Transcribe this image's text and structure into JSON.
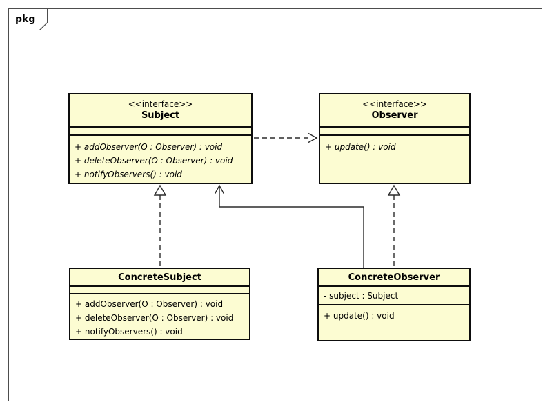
{
  "frame": {
    "tab_label": "pkg"
  },
  "colors": {
    "class_fill": "#fcfcd2",
    "class_border": "#0d0d0d",
    "frame_border": "#4d4d4d",
    "connector": "#2b2b2b"
  },
  "classes": {
    "subject": {
      "stereotype": "<<interface>>",
      "name": "Subject",
      "attributes": [],
      "methods": [
        "+ addObserver(O : Observer) : void",
        "+ deleteObserver(O : Observer) : void",
        "+ notifyObservers() : void"
      ]
    },
    "observer": {
      "stereotype": "<<interface>>",
      "name": "Observer",
      "attributes": [],
      "methods": [
        "+ update() : void"
      ]
    },
    "concrete_subject": {
      "stereotype": "",
      "name": "ConcreteSubject",
      "attributes": [],
      "methods": [
        "+ addObserver(O : Observer) : void",
        "+ deleteObserver(O : Observer) : void",
        "+ notifyObservers() : void"
      ]
    },
    "concrete_observer": {
      "stereotype": "",
      "name": "ConcreteObserver",
      "attributes": [
        "- subject : Subject"
      ],
      "methods": [
        "+ update() : void"
      ]
    }
  },
  "relationships": [
    {
      "from": "Subject",
      "to": "Observer",
      "type": "dependency",
      "line": "dashed",
      "arrow": "open"
    },
    {
      "from": "ConcreteSubject",
      "to": "Subject",
      "type": "realization",
      "line": "dashed",
      "arrow": "hollow-triangle"
    },
    {
      "from": "ConcreteObserver",
      "to": "Observer",
      "type": "realization",
      "line": "dashed",
      "arrow": "hollow-triangle"
    },
    {
      "from": "ConcreteObserver",
      "to": "Subject",
      "type": "directed-association",
      "line": "solid",
      "arrow": "open"
    }
  ]
}
